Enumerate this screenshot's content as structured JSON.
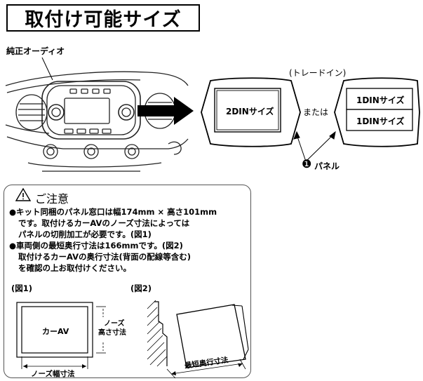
{
  "title": "取付け可能サイズ",
  "stock_audio_label": "純正オーディオ",
  "trade_in_label": "(トレードイン)",
  "panel_2din_label": "2DINサイズ",
  "or_label": "または",
  "panel_1din_label_top": "1DINサイズ",
  "panel_1din_label_bottom": "1DINサイズ",
  "panel_marker": "❶",
  "panel_label": "パネル",
  "notice": {
    "heading": "ご注意",
    "bullet1_line1": "●キット同梱のパネル窓口は幅174mm × 高さ101mm",
    "bullet1_line2": "です。取付けるカーAVのノーズ寸法によっては",
    "bullet1_line3": "パネルの切削加工が必要です。(図1)",
    "bullet2_line1": "●車両側の最短奥行寸法は166mmです。(図2)",
    "bullet2_line2": "取付けるカーAVの奥行寸法(背面の配線等含む)",
    "bullet2_line3": "を確認の上お取付けください。",
    "fig1_label": "(図1)",
    "fig2_label": "(図2)",
    "car_av_label": "カーAV",
    "nose_height_line1": "ノーズ",
    "nose_height_line2": "高さ寸法",
    "nose_width_label": "ノーズ幅寸法",
    "min_depth_label": "最短奥行寸法"
  }
}
